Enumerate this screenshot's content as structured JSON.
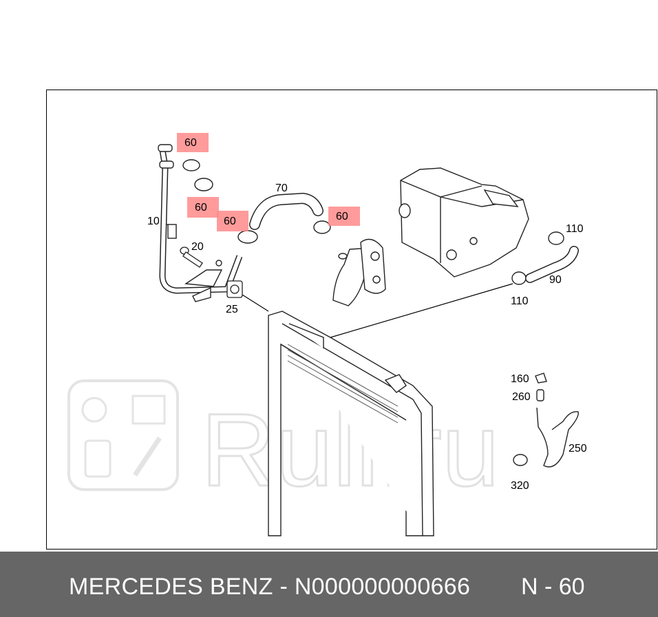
{
  "watermark": {
    "text": "Rull.ru"
  },
  "parts": [
    {
      "id": "p10",
      "label": "10"
    },
    {
      "id": "p20",
      "label": "20"
    },
    {
      "id": "p25",
      "label": "25"
    },
    {
      "id": "p60a",
      "label": "60",
      "highlight": true
    },
    {
      "id": "p60b",
      "label": "60",
      "highlight": true
    },
    {
      "id": "p60c",
      "label": "60",
      "highlight": true
    },
    {
      "id": "p60d",
      "label": "60",
      "highlight": true
    },
    {
      "id": "p70",
      "label": "70"
    },
    {
      "id": "p90",
      "label": "90"
    },
    {
      "id": "p110a",
      "label": "110"
    },
    {
      "id": "p110b",
      "label": "110"
    },
    {
      "id": "p160",
      "label": "160"
    },
    {
      "id": "p260",
      "label": "260"
    },
    {
      "id": "p250",
      "label": "250"
    },
    {
      "id": "p320",
      "label": "320"
    }
  ],
  "colors": {
    "highlight": "#ff8a8a",
    "footer_bg": "#666666",
    "footer_text": "#ffffff",
    "watermark": "#dcdcdc"
  },
  "footer": {
    "title": "MERCEDES BENZ - N000000000666",
    "page": "N - 60"
  }
}
